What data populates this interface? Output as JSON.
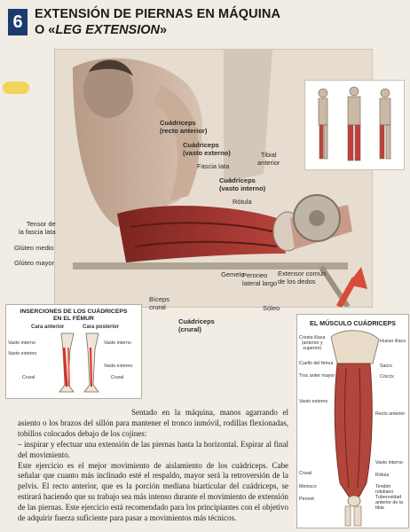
{
  "header": {
    "chapter_number": "6",
    "title_line1": "EXTENSIÓN DE PIERNAS EN MÁQUINA",
    "title_line2_prefix": "O «",
    "title_line2_italic": "LEG EXTENSION",
    "title_line2_suffix": "»"
  },
  "main_labels": {
    "quad_recto": "Cuádriceps\n(recto anterior)",
    "quad_externo": "Cuádriceps\n(vasto externo)",
    "fascia_lata": "Fascia lata",
    "tibial": "Tibial\nanterior",
    "quad_interno": "Cuádriceps\n(vasto interno)",
    "rotula": "Rótula",
    "tensor": "Tensor de\nla fascia lata",
    "gluteo_medio": "Glúteo medio",
    "gluteo_mayor": "Glúteo mayor",
    "gemelo": "Gemelo",
    "peroneo": "Peroneo\nlateral largo",
    "extensor": "Extensor común\nde los dedos",
    "biceps": "Bíceps\ncrural",
    "soleo": "Sóleo",
    "quad_crural": "Cuádriceps\n(crural)"
  },
  "femur_box": {
    "title": "INSERCIONES DE LOS CUÁDRICEPS\nEN EL FÉMUR",
    "cara_anterior": "Cara anterior",
    "cara_posterior": "Cara posterior",
    "l_vasto_interno": "Vasto interno",
    "l_vasto_externo": "Vasto externo",
    "l_crural": "Crural",
    "r_vasto_interno": "Vasto interno",
    "r_vasto_externo": "Vasto externo",
    "r_crural": "Crural"
  },
  "quad_box": {
    "title": "EL MÚSCULO CUÁDRICEPS",
    "cresta": "Cresta ilíaca\n(anterior y\nsuperior)",
    "cuello": "Cuello del fémur",
    "trocanter": "Troc anter mayor",
    "vasto_externo": "Vasto externo",
    "crural": "Crural",
    "menisco": "Menisco",
    "perone": "Peroné",
    "hueso_iliaco": "Hueso ilíaco",
    "sacro": "Sacro",
    "coccix": "Cóccix",
    "recto_anterior": "Recto anterior",
    "vasto_interno": "Vasto interno",
    "rotula": "Rótula",
    "tendon": "Tendón rotuliano",
    "tuberosidad": "Tuberosidad\nanterior de la tibia"
  },
  "body": {
    "p1": "Sentado en la máquina, manos agarrando el asiento o los brazos del sillón para mantener el tronco inmóvil, rodillas flexionadas, tobillos colocados debajo de los cojines:",
    "p2": "– inspirar y efectuar una extensión de las piernas hasta la horizontal. Espirar al final del movimiento.",
    "p3": "Este ejercicio es el mejor movimiento de aislamiento de los cuádriceps. Cabe señalar que cuanto más inclinado esté el respaldo, mayor será la retroversión de la pelvis. El recto anterior, que es la porción mediana biarticular del cuádriceps, se estirará haciendo que su trabajo sea más intenso durante el movimiento de extensión de las piernas. Este ejercicio está recomendado para los principiantes con el objetivo de adquirir fuerza suficiente para pasar a movimientos más técnicos."
  }
}
